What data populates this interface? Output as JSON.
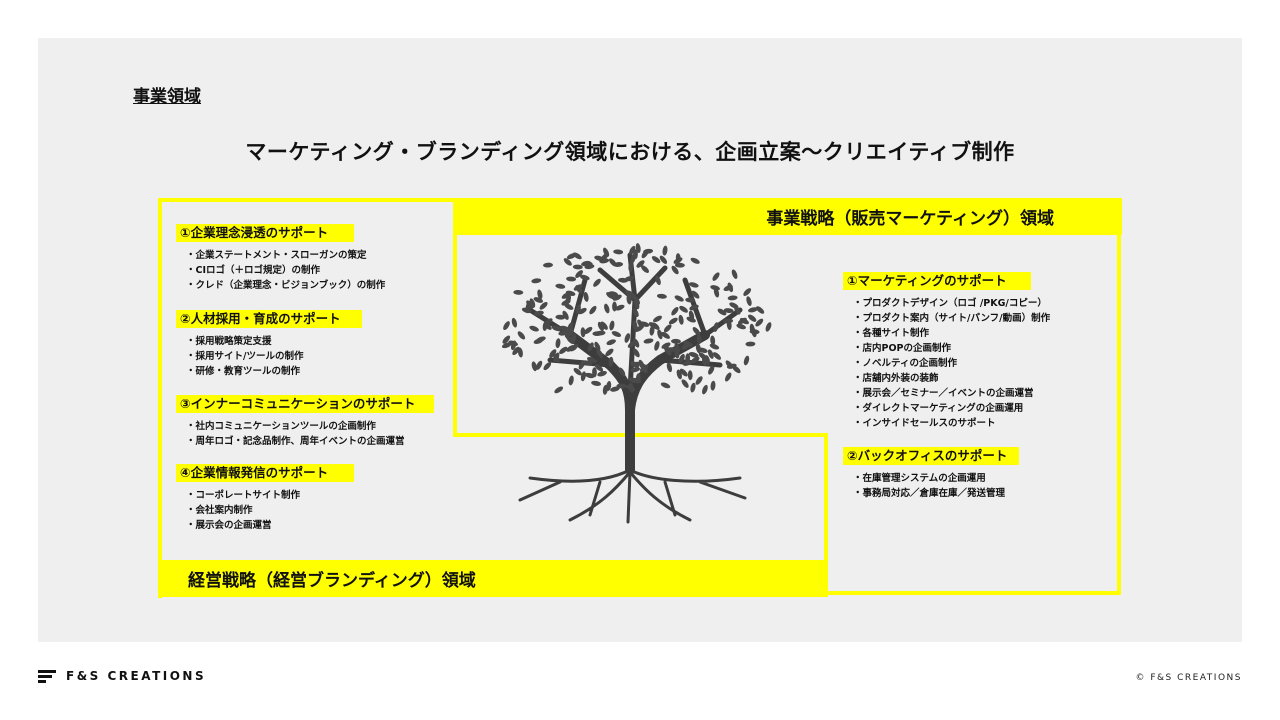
{
  "section_label": "事業領域",
  "headline": "マーケティング・ブランディング領域における、企画立案～クリエイティブ制作",
  "right_area_title": "事業戦略（販売マーケティング）領域",
  "left_area_title": "経営戦略（経営ブランディング）領域",
  "left_groups": [
    {
      "title": "①企業理念浸透のサポート",
      "items": [
        "企業ステートメント・スローガンの策定",
        "CIロゴ（＋ロゴ規定）の制作",
        "クレド（企業理念・ビジョンブック）の制作"
      ]
    },
    {
      "title": "②人材採用・育成のサポート",
      "items": [
        "採用戦略策定支援",
        "採用サイト/ツールの制作",
        "研修・教育ツールの制作"
      ]
    },
    {
      "title": "③インナーコミュニケーションのサポート",
      "items": [
        "社内コミュニケーションツールの企画制作",
        "周年ロゴ・記念品制作、周年イベントの企画運営"
      ]
    },
    {
      "title": "④企業情報発信のサポート",
      "items": [
        "コーポレートサイト制作",
        "会社案内制作",
        "展示会の企画運営"
      ]
    }
  ],
  "right_groups": [
    {
      "title": "①マーケティングのサポート",
      "items": [
        "プロダクトデザイン（ロゴ /PKG/コピー）",
        "プロダクト案内（サイト/パンフ/動画）制作",
        "各種サイト制作",
        "店内POPの企画制作",
        "ノベルティの企画制作",
        "店舗内外装の装飾",
        "展示会／セミナー／イベントの企画運営",
        "ダイレクトマーケティングの企画運用",
        "インサイドセールスのサポート"
      ]
    },
    {
      "title": "②バックオフィスのサポート",
      "items": [
        "在庫管理システムの企画運用",
        "事務局対応／倉庫在庫／発送管理"
      ]
    }
  ],
  "footer": {
    "logo_text": "F&S CREATIONS",
    "copyright": "© F&S CREATIONS"
  },
  "colors": {
    "accent": "#ffff00",
    "panel": "#efefef",
    "tree": "#3d3d3d"
  }
}
